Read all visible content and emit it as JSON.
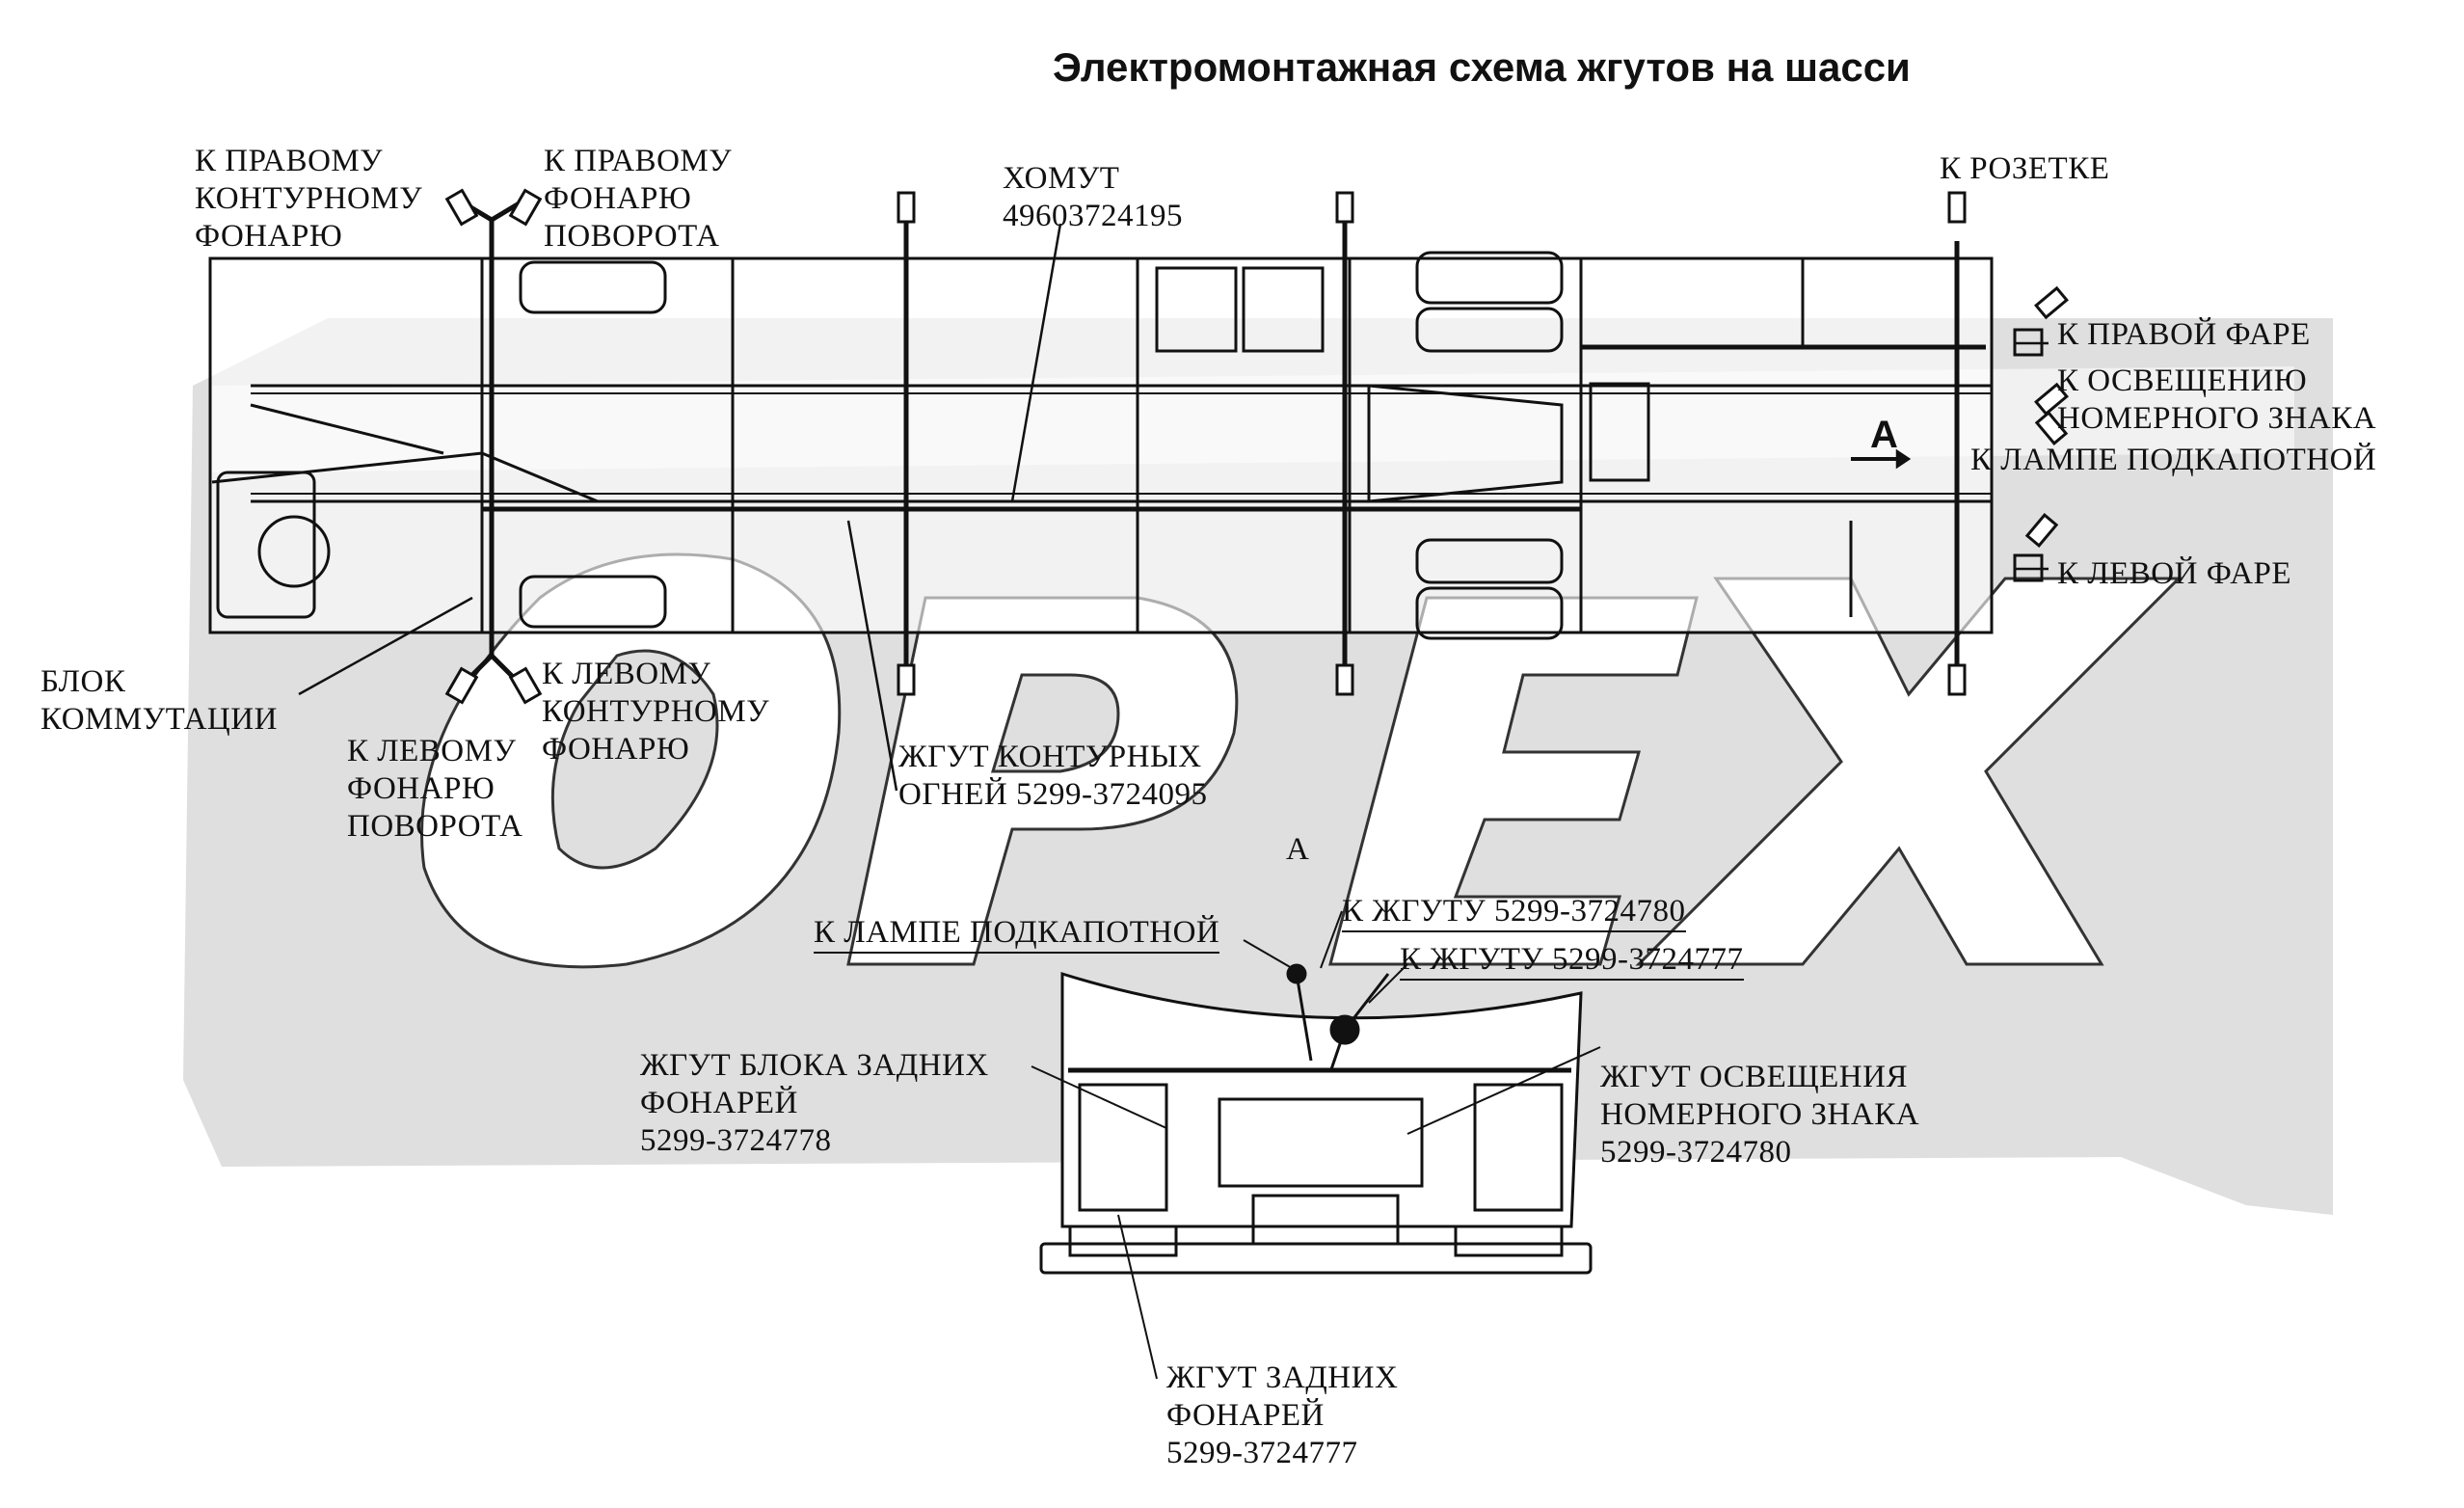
{
  "title": "Электромонтажная схема жгутов на шасси",
  "watermark": "OPEX",
  "colors": {
    "watermark": "#d6d6d6",
    "line": "#111111",
    "background": "#ffffff"
  },
  "labels": {
    "right_contour_lamp": [
      "К ПРАВОМУ",
      "КОНТУРНОМУ",
      "ФОНАРЮ"
    ],
    "right_turn_lamp": [
      "К ПРАВОМУ",
      "ФОНАРЮ",
      "ПОВОРОТА"
    ],
    "clamp": [
      "ХОМУТ",
      "49603724195"
    ],
    "to_socket": "К РОЗЕТКЕ",
    "to_right_headlight": "К ПРАВОЙ ФАРЕ",
    "to_plate_light": [
      "К ОСВЕЩЕНИЮ",
      "НОМЕРНОГО ЗНАКА"
    ],
    "view_a": "А",
    "to_hood_lamp": "К ЛАМПЕ ПОДКАПОТНОЙ",
    "to_left_headlight": "К ЛЕВОЙ ФАРЕ",
    "switch_block": [
      "БЛОК",
      "КОММУТАЦИИ"
    ],
    "left_turn_lamp": [
      "К ЛЕВОМУ",
      "ФОНАРЮ",
      "ПОВОРОТА"
    ],
    "left_contour_lamp": [
      "К ЛЕВОМУ",
      "КОНТУРНОМУ",
      "ФОНАРЮ"
    ],
    "contour_harness": [
      "ЖГУТ КОНТУРНЫХ",
      "ОГНЕЙ 5299-3724095"
    ],
    "view_a_caption": "А",
    "detail_hood_lamp": "К ЛАМПЕ ПОДКАПОТНОЙ",
    "to_harness_780": "К ЖГУТУ 5299-3724780",
    "to_harness_777": "К ЖГУТУ 5299-3724777",
    "rear_block_harness": [
      "ЖГУТ БЛОКА ЗАДНИХ",
      "ФОНАРЕЙ",
      "5299-3724778"
    ],
    "plate_light_harness": [
      "ЖГУТ ОСВЕЩЕНИЯ",
      "НОМЕРНОГО ЗНАКА",
      "5299-3724780"
    ],
    "rear_lamps_harness": [
      "ЖГУТ ЗАДНИХ",
      "ФОНАРЕЙ",
      "5299-3724777"
    ]
  }
}
